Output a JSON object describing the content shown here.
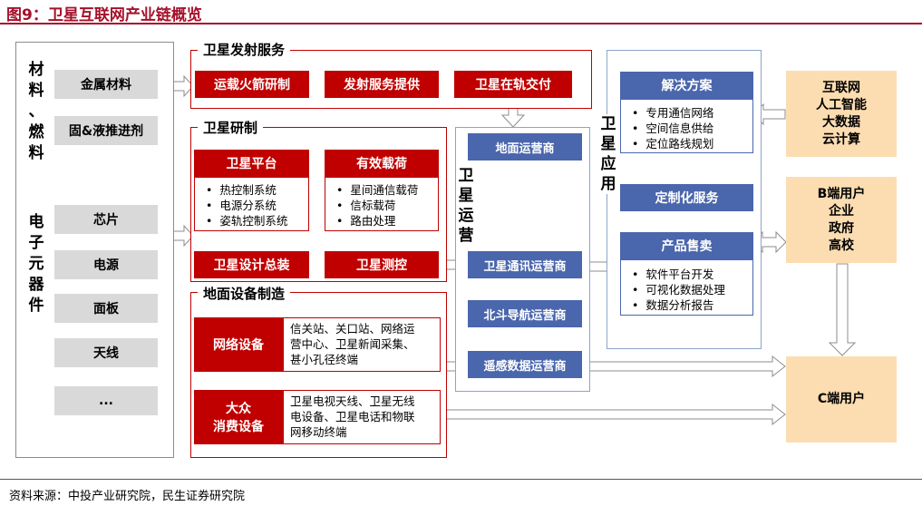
{
  "title": "图9：卫星互联网产业链概览",
  "source": "资料来源：中投产业研究院，民生证券研究院",
  "colors": {
    "accent": "#A5102A",
    "red": "#C00000",
    "blue": "#4A66AC",
    "orange": "#FCDDB2",
    "gray": "#D9D9D9"
  },
  "chart_data": {
    "type": "diagram",
    "upstream": {
      "materials_label": [
        "材",
        "料",
        "、",
        "燃",
        "料"
      ],
      "materials": [
        "金属材料",
        "固&液推进剂"
      ],
      "electronics_label": [
        "电",
        "子",
        "元",
        "器",
        "件"
      ],
      "electronics": [
        "芯片",
        "电源",
        "面板",
        "天线",
        "..."
      ]
    },
    "launch": {
      "title": "卫星发射服务",
      "items": [
        "运载火箭研制",
        "发射服务提供",
        "卫星在轨交付"
      ]
    },
    "manufacture": {
      "title": "卫星研制",
      "platform": {
        "title": "卫星平台",
        "items": [
          "热控制系统",
          "电源分系统",
          "姿轨控制系统"
        ]
      },
      "payload": {
        "title": "有效载荷",
        "items": [
          "星间通信载荷",
          "信标载荷",
          "路由处理"
        ]
      },
      "design": "卫星设计总装",
      "tracking": "卫星测控"
    },
    "ground": {
      "title": "地面设备制造",
      "network": {
        "title": "网络设备",
        "text": [
          "信关站、关口站、网络运",
          "营中心、卫星新闻采集、",
          "甚小孔径终端"
        ]
      },
      "consumer": {
        "title": [
          "大众",
          "消费设备"
        ],
        "text": [
          "卫星电视天线、卫星无线",
          "电设备、卫星电话和物联",
          "网移动终端"
        ]
      }
    },
    "operation": {
      "label": [
        "卫",
        "星",
        "运",
        "营"
      ],
      "ground_op": "地面运营商",
      "comm": "卫星通讯运营商",
      "nav": "北斗导航运营商",
      "remote": "遥感数据运营商"
    },
    "application": {
      "label": [
        "卫",
        "星",
        "应",
        "用"
      ],
      "solution": {
        "title": "解决方案",
        "items": [
          "专用通信网络",
          "空间信息供给",
          "定位路线规划"
        ]
      },
      "custom": "定制化服务",
      "sales": {
        "title": "产品售卖",
        "items": [
          "软件平台开发",
          "可视化数据处理",
          "数据分析报告"
        ]
      }
    },
    "downstream": {
      "tech": [
        "互联网",
        "人工智能",
        "大数据",
        "云计算"
      ],
      "b_users": [
        "B端用户",
        "企业",
        "政府",
        "高校"
      ],
      "c_users": "C端用户"
    }
  }
}
